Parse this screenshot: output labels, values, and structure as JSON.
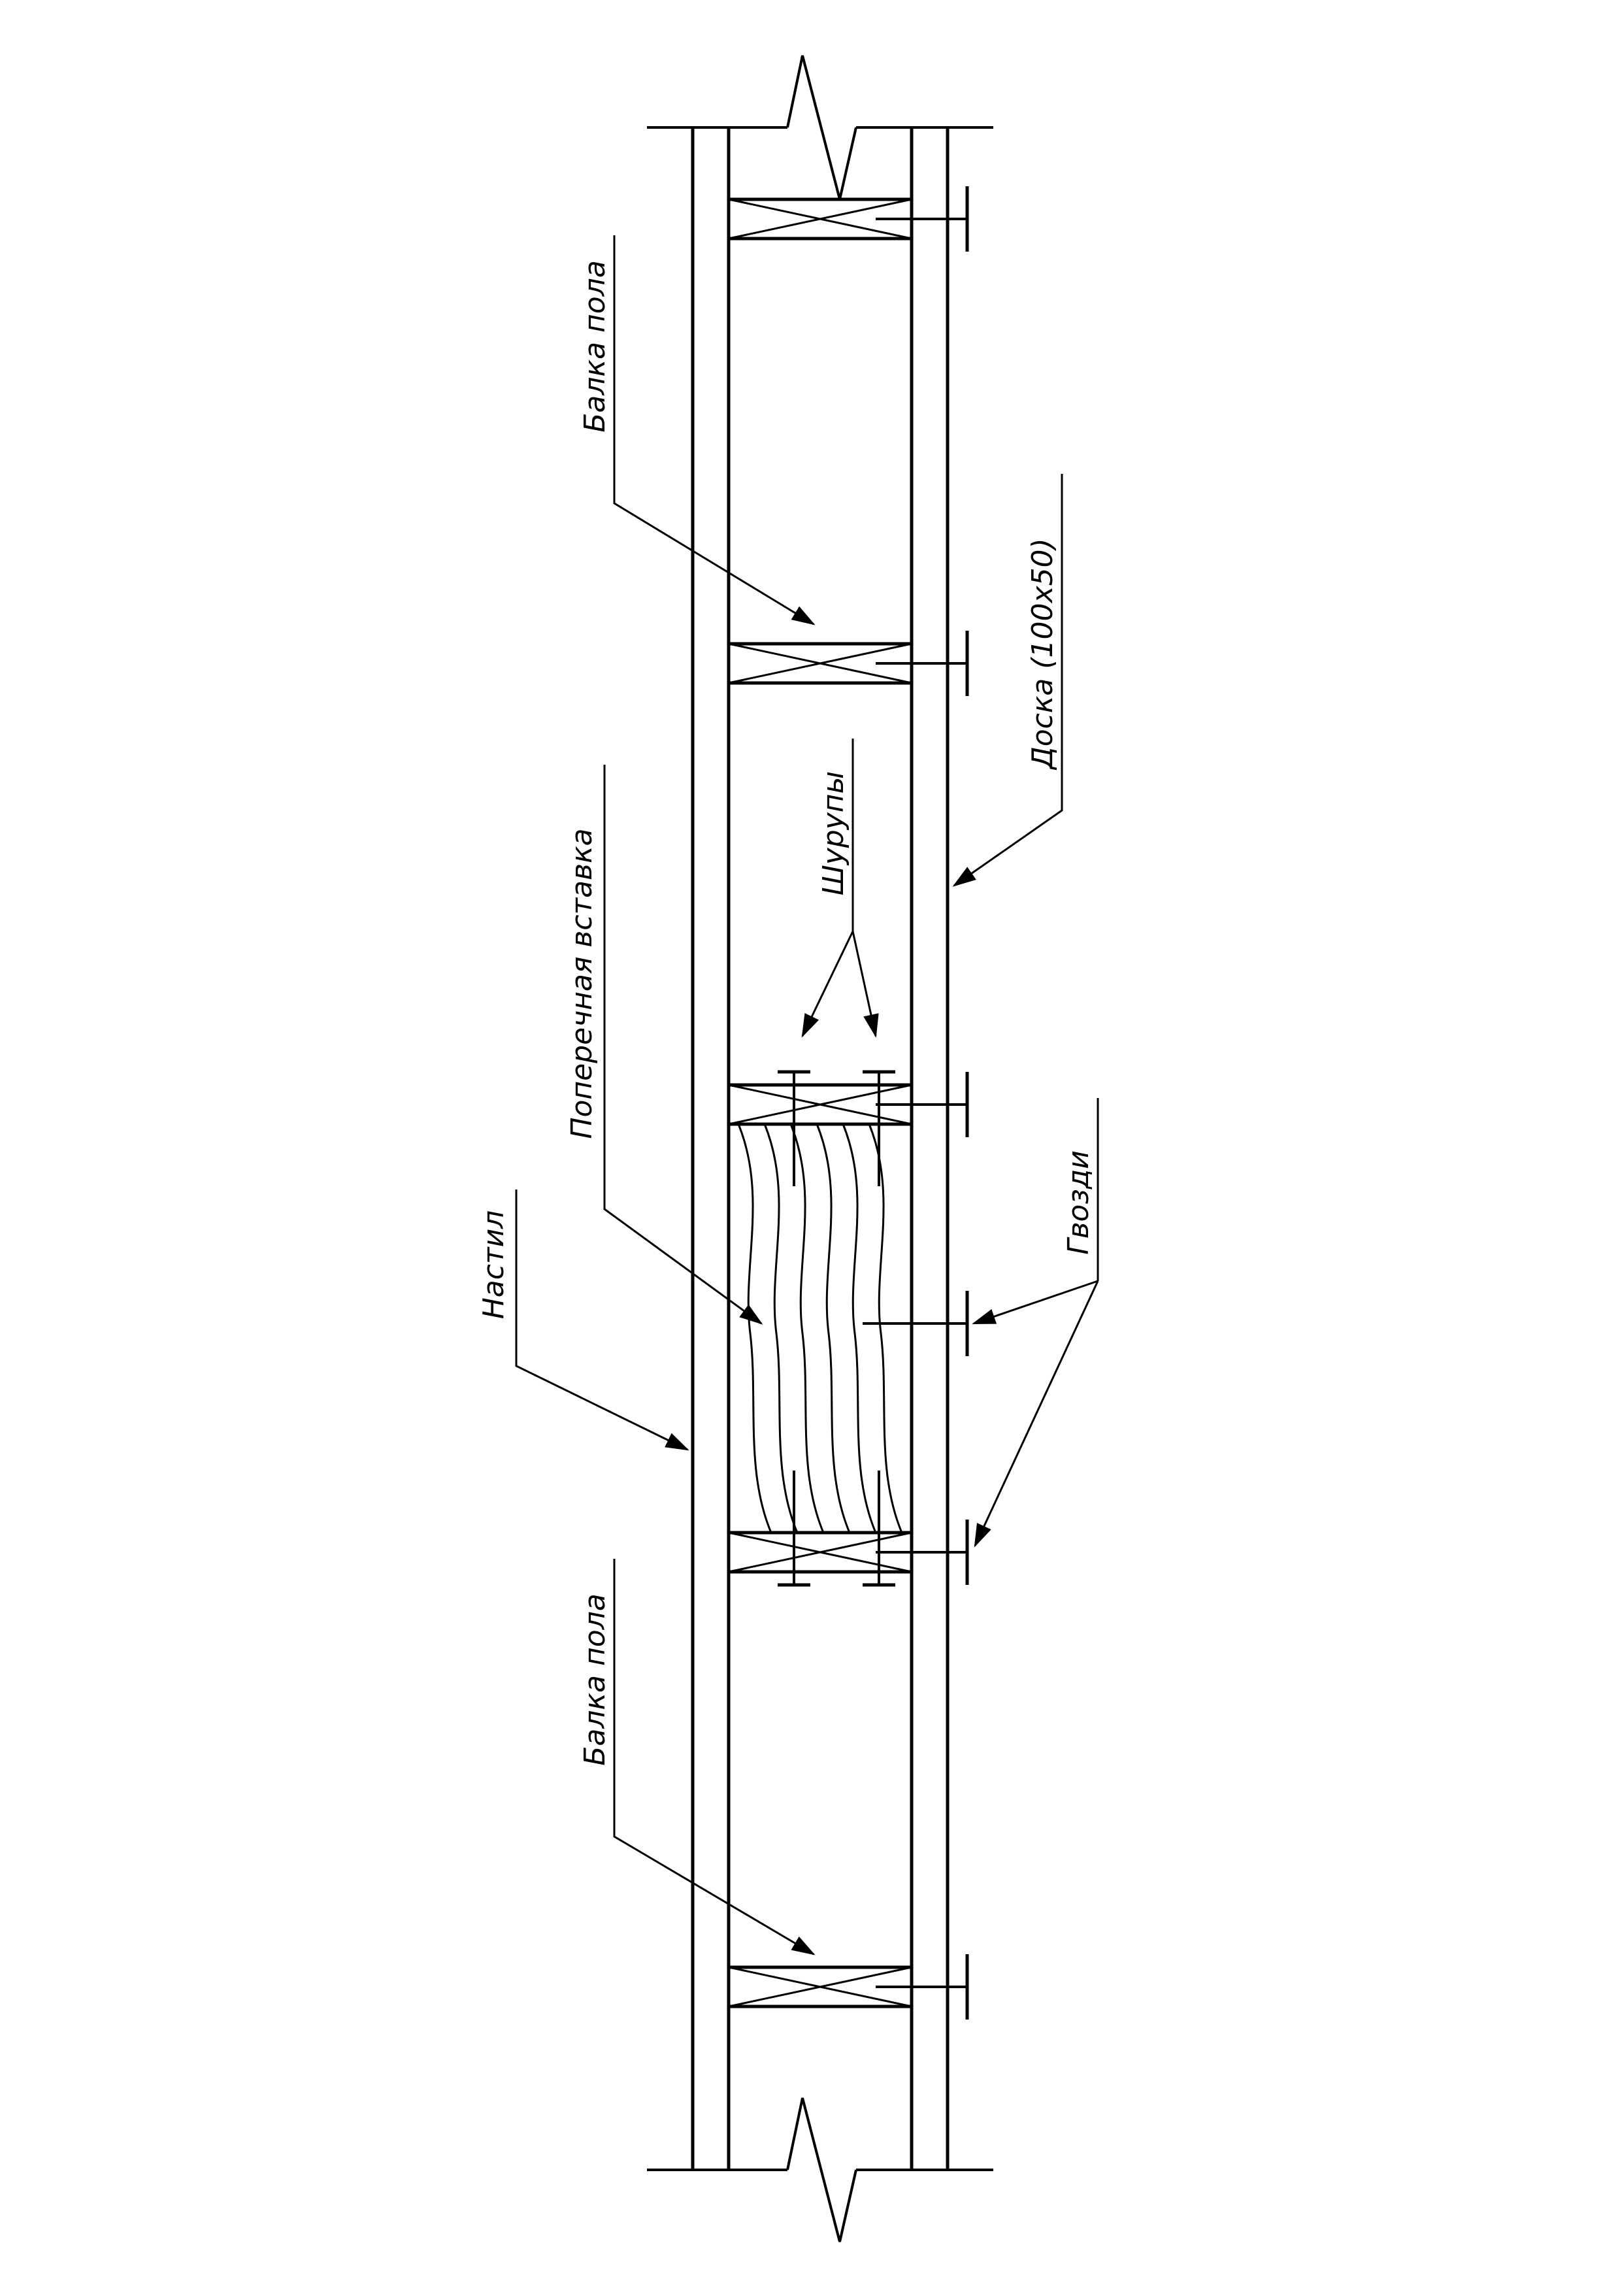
{
  "labels": {
    "joist_top": "Балка пола",
    "joist_bottom": "Балка пола",
    "board": "Доска (100х50)",
    "screws": "Шурупы",
    "blocking": "Поперечная вставка",
    "nails": "Гвозди",
    "decking": "Настил"
  },
  "colors": {
    "line": "#000000",
    "background": "#ffffff"
  }
}
